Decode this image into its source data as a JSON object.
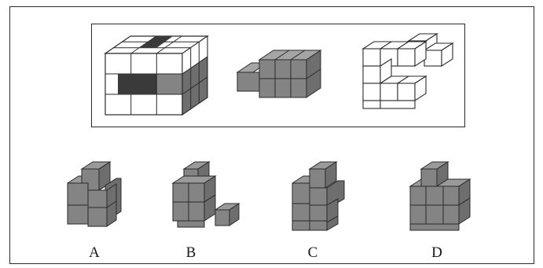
{
  "puzzle": {
    "given_figures": [
      {
        "name": "cube-with-cavity"
      },
      {
        "name": "grey-block-piece"
      },
      {
        "name": "white-block-piece"
      }
    ],
    "options": [
      {
        "label": "A"
      },
      {
        "label": "B"
      },
      {
        "label": "C"
      },
      {
        "label": "D"
      }
    ]
  },
  "colors": {
    "cube_white": "#ffffff",
    "cube_grey_top": "#9a9a9a",
    "cube_grey_side": "#6e6e6e",
    "cube_grey_front": "#848484",
    "cube_dark": "#3a3a3a",
    "outline": "#2a2a2a"
  }
}
